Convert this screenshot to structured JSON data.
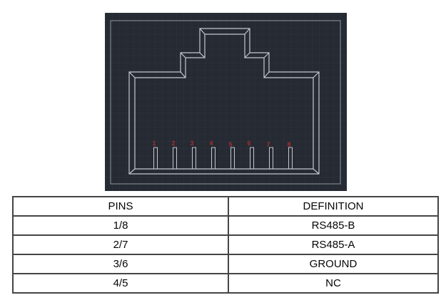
{
  "colors": {
    "cad-bg": "#252a33",
    "cad-line": "#c3c8d0",
    "cad-frame": "#8f959d",
    "pin-red": "#a62f2f",
    "table-border": "#454545",
    "table-border-outer": "#2e2e2e"
  },
  "diagram": {
    "description": "RJ45 socket front-view CAD wireframe with numbered pins",
    "pin_labels": [
      "1",
      "2",
      "3",
      "4",
      "5",
      "6",
      "7",
      "8"
    ]
  },
  "table": {
    "headers": [
      "PINS",
      "DEFINITION"
    ],
    "rows": [
      [
        "1/8",
        "RS485-B"
      ],
      [
        "2/7",
        "RS485-A"
      ],
      [
        "3/6",
        "GROUND"
      ],
      [
        "4/5",
        "NC"
      ]
    ]
  }
}
